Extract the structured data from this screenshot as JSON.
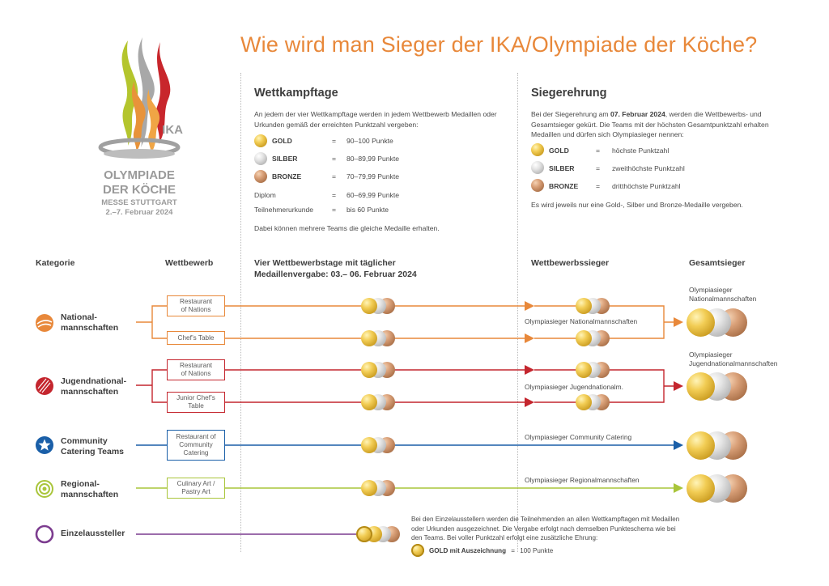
{
  "title": "Wie wird man Sieger der IKA/Olympiade der Köche?",
  "logo": {
    "abbr": "IKA",
    "line1": "OLYMPIADE",
    "line2": "DER KÖCHE",
    "line3": "MESSE STUTTGART",
    "line4": "2.–7. Februar 2024"
  },
  "wettkampftage": {
    "heading": "Wettkampftage",
    "intro": "An jedem der vier Wettkampftage werden in jedem Wettbewerb Medaillen oder Urkunden gemäß der erreichten Punktzahl vergeben:",
    "rows": [
      {
        "label": "GOLD",
        "eq": "=",
        "value": "90–100 Punkte"
      },
      {
        "label": "SILBER",
        "eq": "=",
        "value": "80–89,99 Punkte"
      },
      {
        "label": "BRONZE",
        "eq": "=",
        "value": "70–79,99 Punkte"
      },
      {
        "label": "Diplom",
        "eq": "=",
        "value": "60–69,99 Punkte"
      },
      {
        "label": "Teilnehmerurkunde",
        "eq": "=",
        "value": "bis 60 Punkte"
      }
    ],
    "note": "Dabei können mehrere Teams die gleiche Medaille erhalten."
  },
  "siegerehrung": {
    "heading": "Siegerehrung",
    "intro_pre": "Bei der Siegerehrung am ",
    "intro_date": "07. Februar 2024",
    "intro_post": ", werden die Wettbewerbs- und Gesamtsieger gekürt. Die Teams mit der höchsten Gesamtpunkt­zahl erhalten Medaillen und dürfen sich Olympiasieger nennen:",
    "rows": [
      {
        "label": "GOLD",
        "eq": "=",
        "value": "höchste Punktzahl"
      },
      {
        "label": "SILBER",
        "eq": "=",
        "value": "zweithöchste Punktzahl"
      },
      {
        "label": "BRONZE",
        "eq": "=",
        "value": "dritthöchste Punktzahl"
      }
    ],
    "note": "Es wird jeweils nur eine Gold-, Silber und Bronze-Medaille vergeben."
  },
  "columns": {
    "kategorie": "Kategorie",
    "wettbewerb": "Wettbewerb",
    "tage_line1": "Vier Wettbewerbstage mit täglicher",
    "tage_line2": "Medaillenvergabe: 03.– 06. Februar 2024",
    "wettbewerbssieger": "Wettbewerbssieger",
    "gesamtsieger": "Gesamtsieger"
  },
  "categories": [
    {
      "line1": "National-",
      "line2": "mannschaften",
      "color": "#e8883a",
      "icon": "nation-ball-icon"
    },
    {
      "line1": "Jugendnational-",
      "line2": "mannschaften",
      "color": "#c4262e",
      "icon": "youth-ball-icon"
    },
    {
      "line1": "Community",
      "line2": "Catering Teams",
      "color": "#1a5fa8",
      "icon": "star-icon"
    },
    {
      "line1": "Regional-",
      "line2": "mannschaften",
      "color": "#a9c53a",
      "icon": "target-icon"
    },
    {
      "line1": "Einzelaussteller",
      "line2": "",
      "color": "#7c3c8f",
      "icon": "ring-icon"
    }
  ],
  "competitions": [
    {
      "line1": "Restaurant",
      "line2": "of Nations",
      "line3": ""
    },
    {
      "line1": "Chef’s Table",
      "line2": "",
      "line3": ""
    },
    {
      "line1": "Restaurant",
      "line2": "of Nations",
      "line3": ""
    },
    {
      "line1": "Junior Chef’s",
      "line2": "Table",
      "line3": ""
    },
    {
      "line1": "Restaurant of",
      "line2": "Community",
      "line3": "Catering"
    },
    {
      "line1": "Culinary Art /",
      "line2": "Pastry Art",
      "line3": ""
    }
  ],
  "winner_labels": {
    "national": "Olympiasieger Nationalmannschaften",
    "jugend": "Olympiasieger Jugendnationalm.",
    "community": "Olympiasieger Community Catering",
    "regional": "Olympiasieger Regionalmannschaften"
  },
  "overall_labels": {
    "national_line1": "Olympiasieger",
    "national_line2": "Nationalmannschaften",
    "jugend_line1": "Olympiasieger",
    "jugend_line2": "Jugendnationalmannschaften"
  },
  "einzel": {
    "text": "Bei den Einzelausstellern werden die Teilnehmenden an allen Wettkampftagen mit Medail­len oder Urkunden ausgezeichnet. Die Vergabe erfolgt nach demselben Punkteschema wie bei den Teams. Bei voller Punktzahl erfolgt eine zusätzliche Ehrung:",
    "award_label": "GOLD mit Auszeichnung",
    "award_eq": "=",
    "award_value": "100 Punkte"
  },
  "colors": {
    "title": "#e8883a",
    "orange": "#e8883a",
    "red": "#c4262e",
    "blue": "#1a5fa8",
    "green": "#a9c53a",
    "purple": "#7c3c8f"
  }
}
